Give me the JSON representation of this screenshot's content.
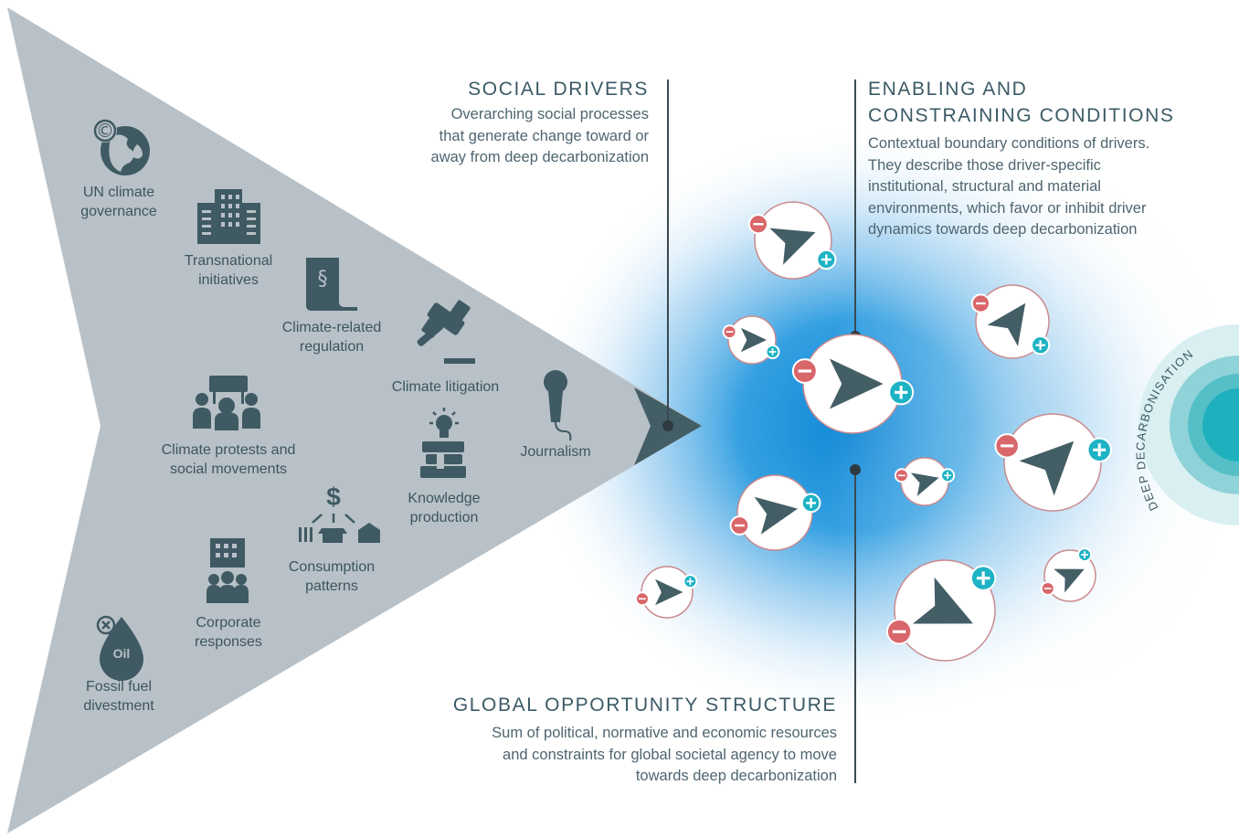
{
  "social_drivers": {
    "title": "SOCIAL DRIVERS",
    "lines": [
      "Overarching social processes",
      "that generate change toward or",
      "away from deep decarbonization"
    ]
  },
  "enabling": {
    "title_line1": "ENABLING AND",
    "title_line2": "CONSTRAINING CONDITIONS",
    "lines": [
      "Contextual boundary conditions of drivers.",
      "They describe those driver-specific",
      "institutional, structural and material",
      "environments, which favor or inhibit driver",
      "dynamics towards deep decarbonization"
    ]
  },
  "global_opportunity": {
    "title": "GLOBAL OPPORTUNITY STRUCTURE",
    "lines": [
      "Sum of political, normative and economic resources",
      "and constraints for global societal agency to move",
      "towards  deep decarbonization"
    ]
  },
  "drivers": [
    {
      "icon": "globe-copyright-icon",
      "label": "UN climate\ngovernance"
    },
    {
      "icon": "buildings-icon",
      "label": "Transnational\ninitiatives"
    },
    {
      "icon": "paragraph-document-icon",
      "label": "Climate-related\nregulation"
    },
    {
      "icon": "gavel-icon",
      "label": "Climate litigation"
    },
    {
      "icon": "microphone-icon",
      "label": "Journalism"
    },
    {
      "icon": "protest-group-icon",
      "label": "Climate protests and\nsocial movements"
    },
    {
      "icon": "lightbulb-books-icon",
      "label": "Knowledge\nproduction"
    },
    {
      "icon": "consumption-icon",
      "label": "Consumption\npatterns"
    },
    {
      "icon": "corporate-building-icon",
      "label": "Corporate\nresponses"
    },
    {
      "icon": "oil-drop-icon",
      "label": "Fossil fuel\ndivestment"
    }
  ],
  "icon_text": {
    "oil": "Oil",
    "paragraph": "§",
    "dollar": "$",
    "copyright": "©",
    "plus": "+",
    "minus": "−"
  },
  "deep_decarbonisation_label": "DEEP DECARBONISATION",
  "colors": {
    "arrow_gray": "#b8c1c7",
    "icon_dark": "#3f5a63",
    "blue_glow": "#1790d8",
    "minus_red": "#d9666a",
    "plus_teal": "#1db3c4",
    "teal_target": "#20aebb"
  }
}
